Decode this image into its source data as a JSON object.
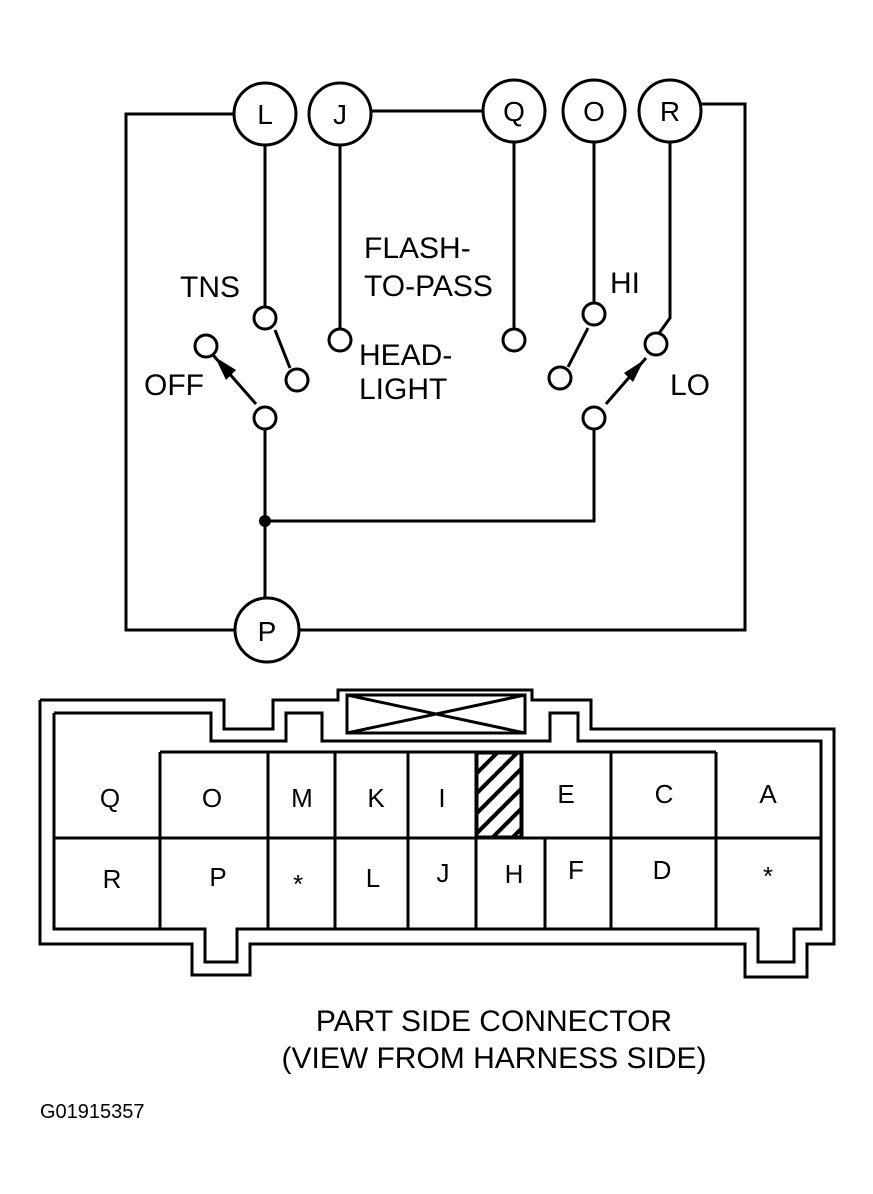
{
  "switch": {
    "terminals": [
      "L",
      "J",
      "Q",
      "O",
      "R"
    ],
    "bottom_terminal": "P",
    "labels": {
      "tns": "TNS",
      "off": "OFF",
      "headlight_1": "HEAD-",
      "headlight_2": "LIGHT",
      "flash_1": "FLASH-",
      "flash_2": "TO-PASS",
      "hi": "HI",
      "lo": "LO"
    }
  },
  "connector": {
    "top_row": [
      "Q",
      "O",
      "M",
      "K",
      "I",
      "",
      "E",
      "C",
      "A"
    ],
    "bottom_row": [
      "R",
      "P",
      "*",
      "L",
      "J",
      "H",
      "F",
      "D",
      "*"
    ],
    "caption_1": "PART SIDE CONNECTOR",
    "caption_2": "(VIEW FROM HARNESS SIDE)"
  },
  "figure_code": "G01915357"
}
